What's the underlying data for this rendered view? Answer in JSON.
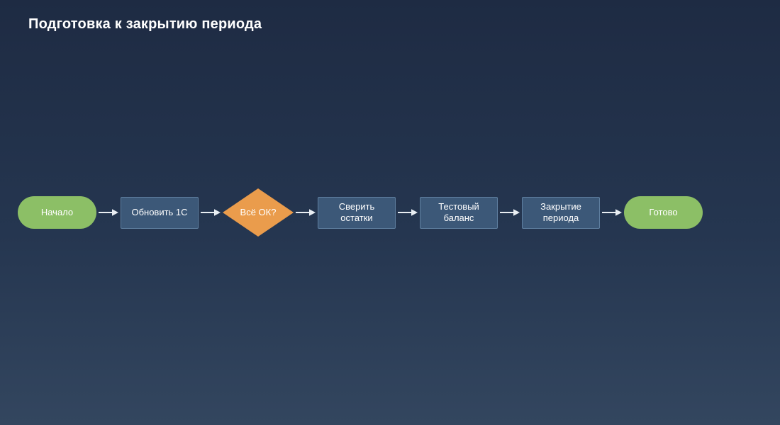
{
  "title": "Подготовка к закрытию периода",
  "colors": {
    "background_top": "#1e2b43",
    "background_mid": "#253650",
    "background_bottom": "#33465f",
    "node_green": "#8cbf66",
    "node_blue": "#3c5878",
    "node_blue_border": "#5f7fa0",
    "diamond_orange": "#ea9c4c",
    "arrow": "#e9eef3",
    "text": "#ffffff"
  },
  "flow": {
    "nodes": [
      {
        "label": "Начало",
        "type": "start"
      },
      {
        "label": "Обновить 1С",
        "type": "process"
      },
      {
        "label": "Всё ОК?",
        "type": "decision"
      },
      {
        "label": "Сверить остатки",
        "type": "process"
      },
      {
        "label": "Тестовый баланс",
        "type": "process"
      },
      {
        "label": "Закрытие периода",
        "type": "process"
      },
      {
        "label": "Готово",
        "type": "end"
      }
    ]
  }
}
